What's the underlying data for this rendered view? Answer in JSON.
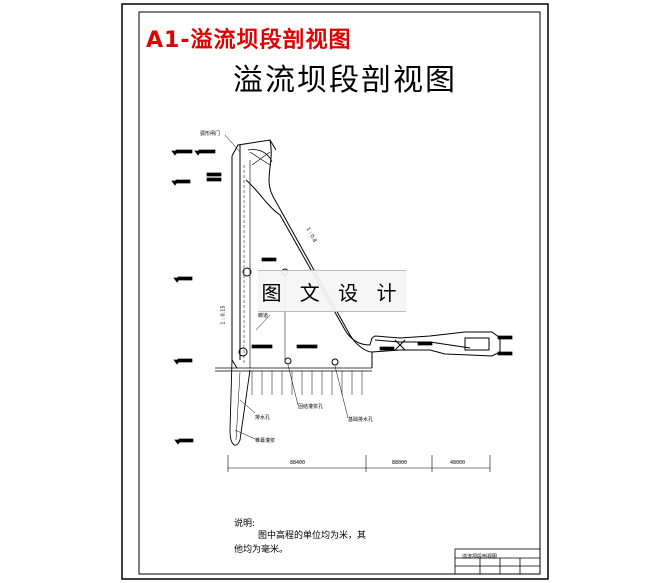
{
  "sheet": {
    "red_title": "A1-溢流坝段剖视图",
    "main_title": "溢流坝段剖视图"
  },
  "watermark": "图 文 设 计",
  "notes": {
    "title": "说明:",
    "line1": "图中高程的单位均为米，其",
    "line2": "他均为毫米。"
  },
  "dimensions": [
    "88400",
    "88000",
    "48000"
  ],
  "labels": {
    "gate": "弧形闸门",
    "slope_down": "1 : 0.8",
    "slope_up": "1 : 0.15",
    "gallery": "廊道",
    "drain_hole": "排水孔",
    "curtain": "帷幕灌浆",
    "drain_hole2": "基础排水孔",
    "grout_hole": "固结灌浆孔"
  },
  "title_block": {
    "name": "溢流坝段剖视图"
  }
}
